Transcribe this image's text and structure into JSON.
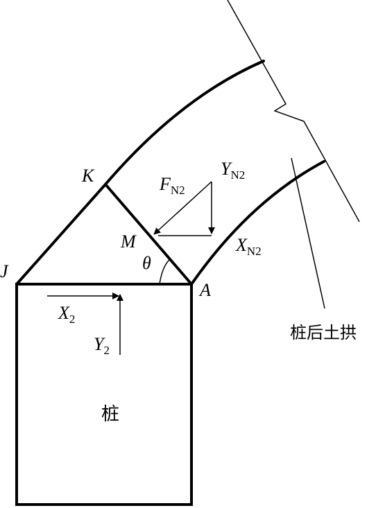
{
  "points": {
    "K": "K",
    "J": "J",
    "M": "M",
    "A": "A",
    "theta": "θ"
  },
  "forces": {
    "F": {
      "main": "F",
      "sub": "N2"
    },
    "Y_N": {
      "main": "Y",
      "sub": "N2"
    },
    "X_N": {
      "main": "X",
      "sub": "N2"
    },
    "X2": {
      "main": "X",
      "sub": "2"
    },
    "Y2": {
      "main": "Y",
      "sub": "2"
    }
  },
  "labels": {
    "pile": "桩",
    "soil_arch": "桩后土拱"
  },
  "colors": {
    "ink": "#000000",
    "background": "#ffffff"
  }
}
